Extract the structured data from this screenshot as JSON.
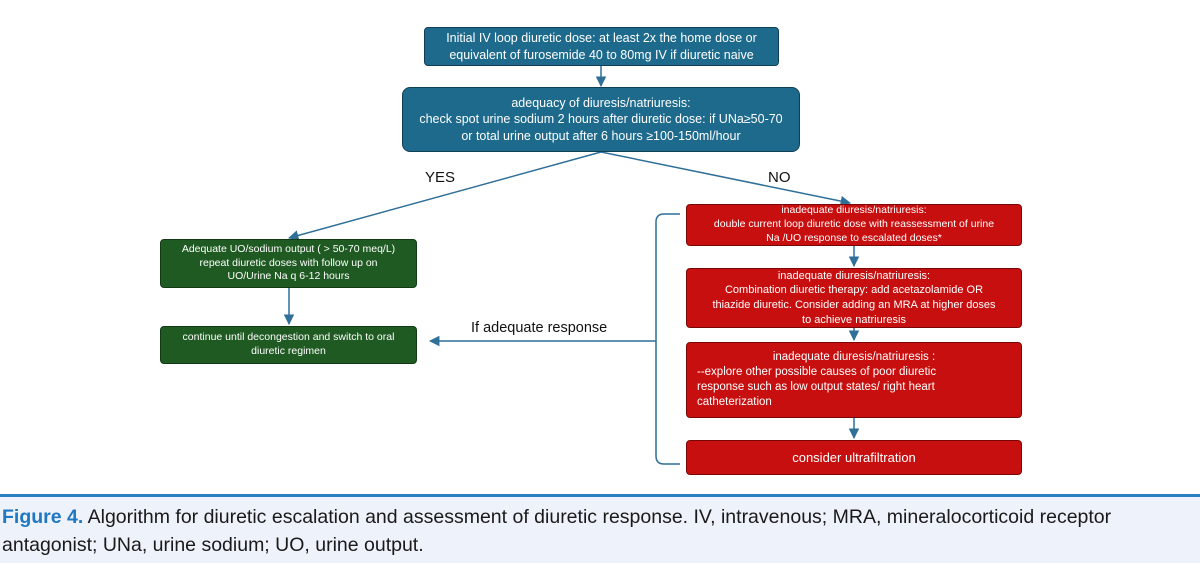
{
  "nodes": {
    "initial": "Initial IV loop diuretic dose: at least 2x the home dose or\nequivalent of furosemide 40 to 80mg IV if diuretic naive",
    "adequacy": "adequacy of diuresis/natriuresis:\ncheck spot urine sodium 2 hours after diuretic dose: if UNa≥50-70\nor total urine output after 6 hours ≥100-150ml/hour",
    "adequate_output": "Adequate UO/sodium output ( > 50-70 meq/L)\nrepeat diuretic doses with follow up  on\nUO/Urine Na q 6-12 hours",
    "continue": "continue until decongestion and switch to oral\ndiuretic regimen",
    "inadequate_1": "inadequate diuresis/natriuresis:\ndouble current  loop diuretic dose with reassessment of urine\nNa /UO response to escalated doses*",
    "inadequate_2": "inadequate diuresis/natriuresis:\nCombination diuretic therapy:  add acetazolamide OR\nthiazide diuretic. Consider adding an MRA at higher doses\nto achieve natriuresis",
    "inadequate_3_title": "inadequate diuresis/natriuresis :",
    "inadequate_3_body": "--explore other possible causes of poor diuretic\nresponse such as low output states/ right heart\ncatheterization",
    "ultrafiltration": "consider ultrafiltration"
  },
  "labels": {
    "yes": "YES",
    "no": "NO",
    "if_adequate": "If adequate response"
  },
  "caption": {
    "figure_label": "Figure 4.",
    "text": " Algorithm for diuretic escalation and assessment of diuretic response. IV, intravenous; MRA, mineralocorticoid receptor antagonist; UNa, urine sodium; UO, urine output."
  },
  "colors": {
    "teal_box": "#1d6a8c",
    "green_box": "#1f5a22",
    "red_box": "#c80f0f",
    "arrow": "#2f6f98",
    "caption_blue": "#1f78c1"
  }
}
